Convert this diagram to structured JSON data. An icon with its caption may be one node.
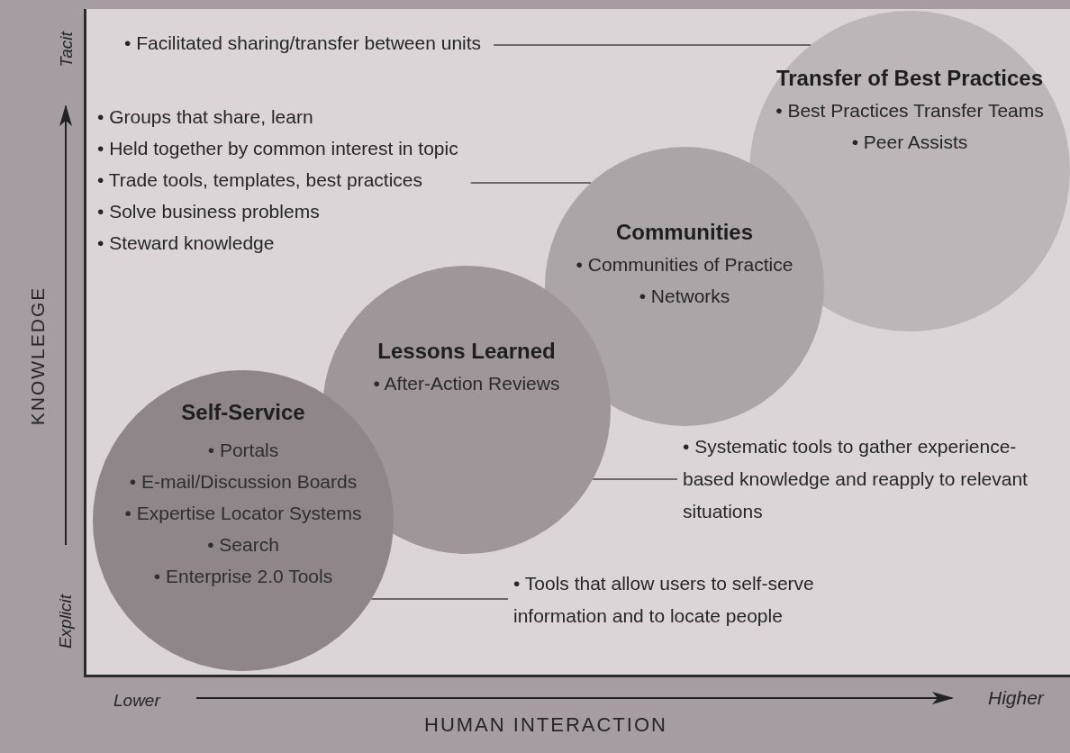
{
  "diagram": {
    "nodes": [
      {
        "text": [
          "Self-Service",
          "• Portals",
          "• E-mail/Discussion Boards",
          "• Expertise Locator Systems",
          "• Search",
          "• Enterprise 2.0 Tools"
        ]
      },
      {
        "text": [
          "Lessons Learned",
          "• After-Action Reviews"
        ]
      },
      {
        "text": [
          "Communities",
          "• Communities of Practice",
          "• Networks"
        ]
      },
      {
        "text": [
          "Transfer of Best Practices",
          "• Best Practices Transfer Teams",
          "• Peer Assists"
        ]
      },
      {
        "text": [
          "• Tools that allow users to self-serve information and to locate people"
        ]
      },
      {
        "text": [
          "• Systematic tools to gather experience-based knowledge and reapply to relevant situations"
        ]
      },
      {
        "text": [
          "• Groups that share, learn",
          "• Held together by common interest in topic",
          "• Trade tools, templates, best practices",
          "• Solve business problems",
          "• Steward knowledge"
        ]
      },
      {
        "text": [
          "• Facilitated sharing/transfer between units"
        ]
      }
    ],
    "edges": [
      {
        "from": 4,
        "to": 0,
        "arrow": "none"
      },
      {
        "from": 5,
        "to": 1,
        "arrow": "none"
      },
      {
        "from": 6,
        "to": 2,
        "arrow": "none"
      },
      {
        "from": 7,
        "to": 3,
        "arrow": "none"
      }
    ],
    "labels": [
      "Tacit",
      "Explicit",
      "KNOWLEDGE",
      "Lower",
      "Higher",
      "HUMAN INTERACTION"
    ]
  }
}
